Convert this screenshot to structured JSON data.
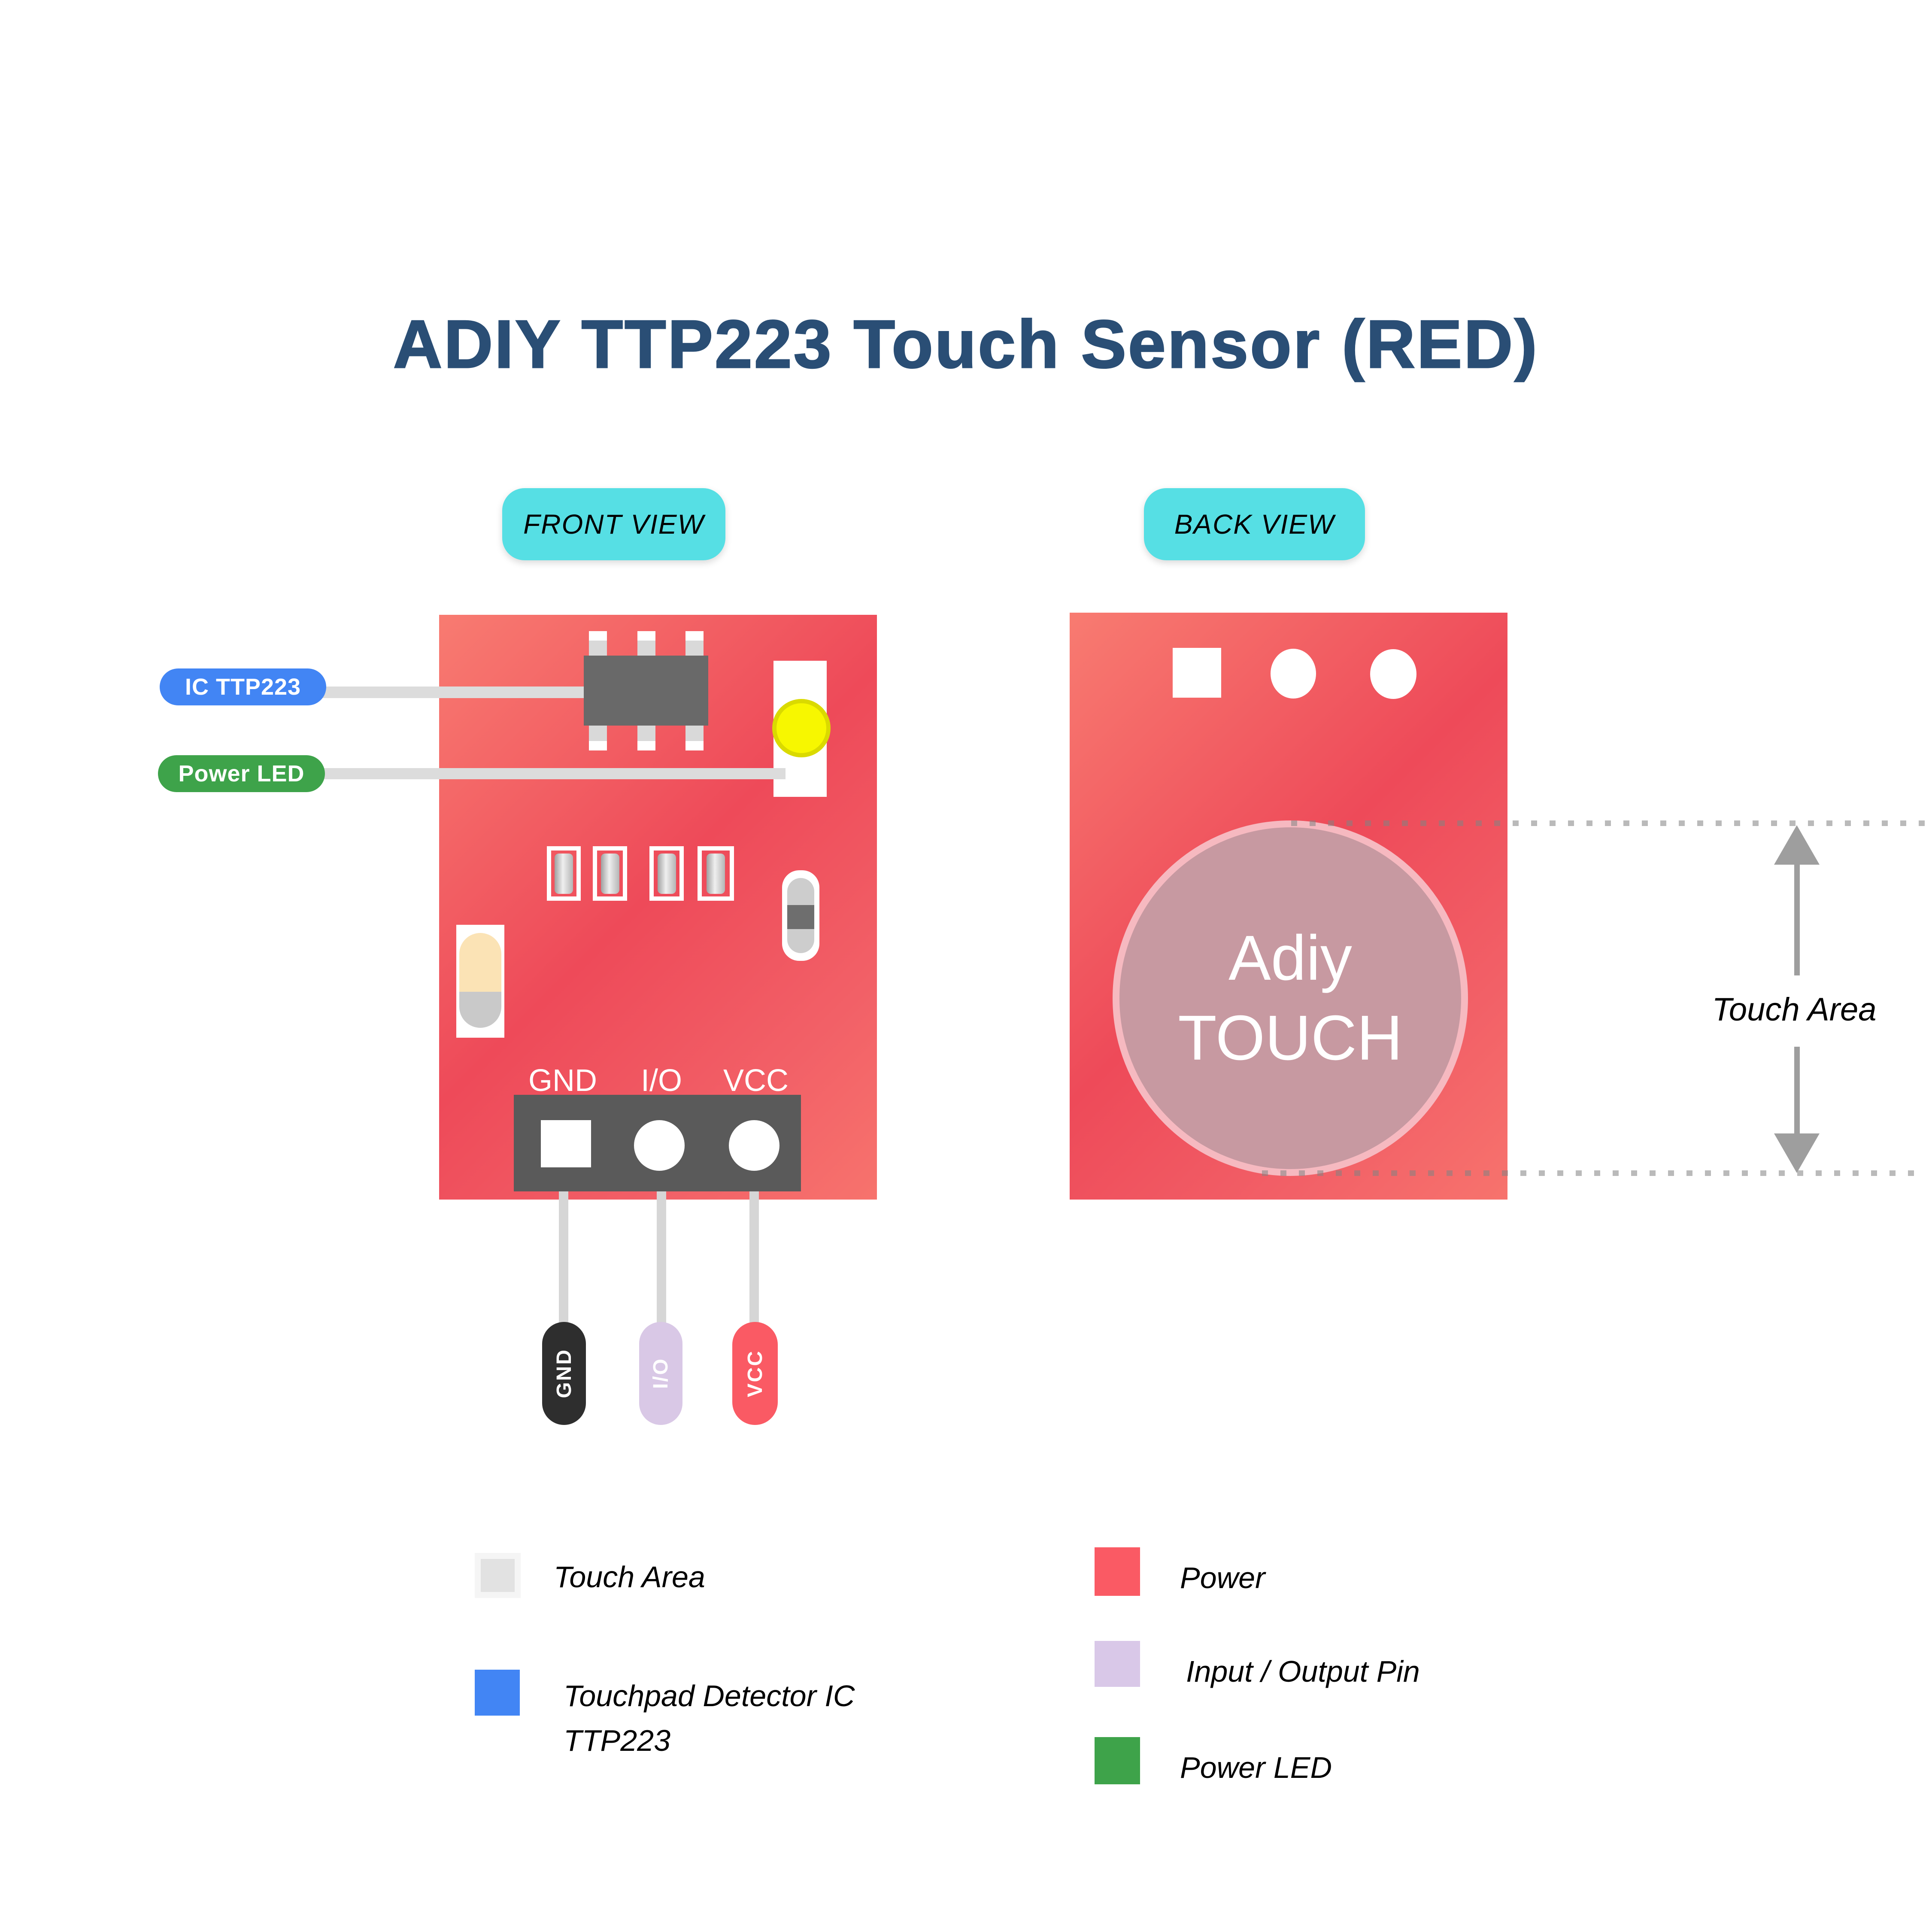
{
  "title": "ADIY TTP223 Touch Sensor (RED)",
  "views": {
    "front": "FRONT VIEW",
    "back": "BACK VIEW"
  },
  "front_board": {
    "callouts": [
      {
        "label": "IC TTP223",
        "color": "#4285F4"
      },
      {
        "label": "Power LED",
        "color": "#3EA34A"
      }
    ],
    "pad_labels": [
      "GND",
      "I/O",
      "VCC"
    ],
    "wire_tags": [
      {
        "label": "GND",
        "color": "#2E2E2E"
      },
      {
        "label": "I/O",
        "color": "#D9C8E6"
      },
      {
        "label": "VCC",
        "color": "#FA5A64"
      }
    ]
  },
  "back_board": {
    "touch_pad": [
      "Adiy",
      "TOUCH"
    ],
    "dimension_label": "Touch Area"
  },
  "legend": {
    "left": [
      {
        "label": "Touch Area",
        "color": "#E2E2E2"
      },
      {
        "lines": [
          "Touchpad Detector IC",
          "TTP223"
        ],
        "color": "#4285F4"
      }
    ],
    "right": [
      {
        "label": "Power",
        "color": "#FA5A64"
      },
      {
        "label": "Input / Output Pin",
        "color": "#D9C8E8"
      },
      {
        "label": "Power LED",
        "color": "#3EA34A"
      }
    ]
  },
  "colors": {
    "title": "#2A4E75",
    "view_tag_bg": "#56DFE4",
    "pcb_red_dark": "#EE4A59",
    "pcb_red_light": "#F87B71",
    "ic_gray": "#696969",
    "header_gray": "#5A5A5A",
    "led_yellow": "#F7F700",
    "wire_gray": "#D6D6D6",
    "touch_circle_fill": "#C799A1",
    "touch_circle_border": "#F6B9C0",
    "arrow_gray": "#9E9E9E"
  }
}
